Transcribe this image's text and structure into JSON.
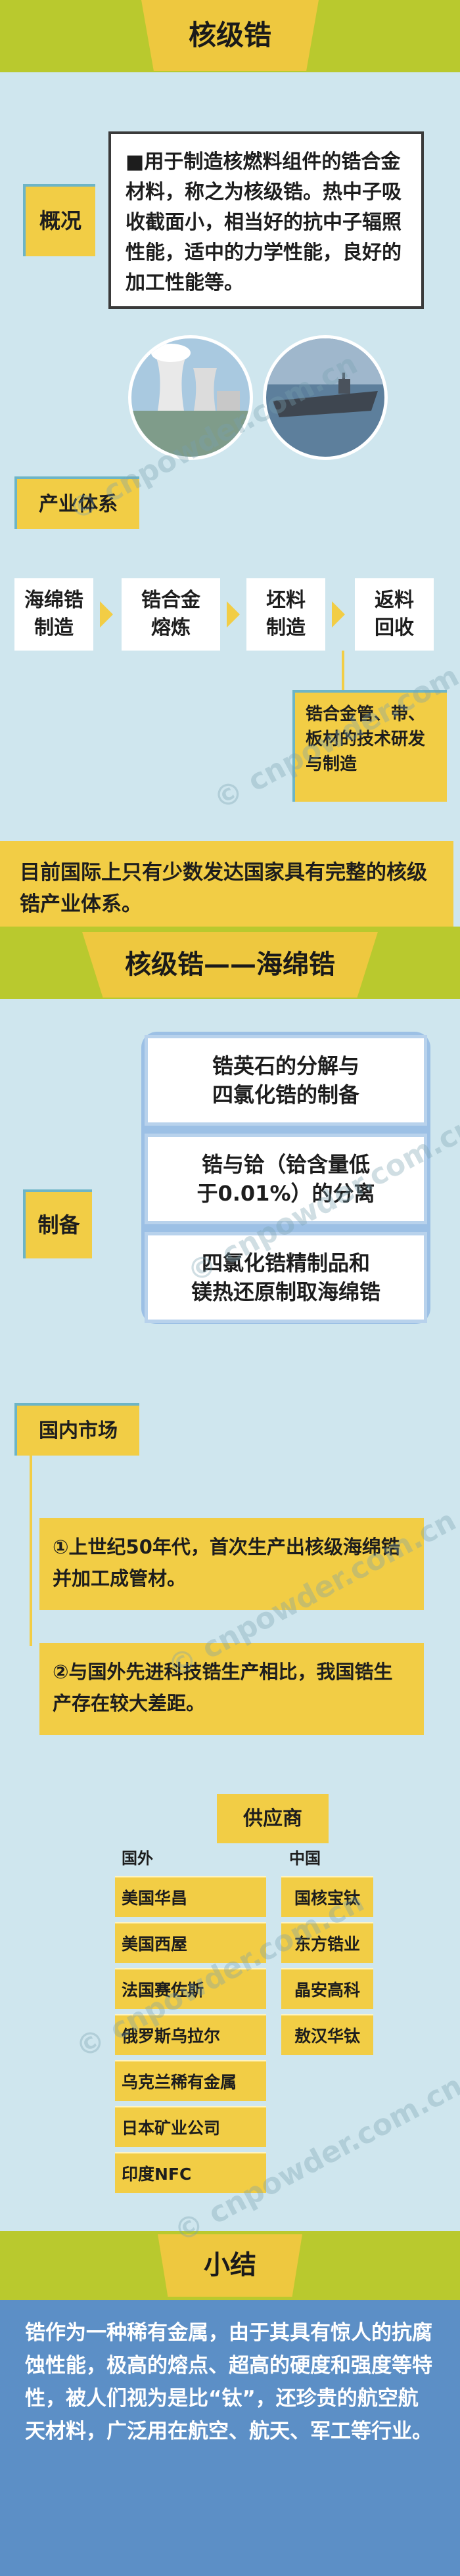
{
  "section1": {
    "title": "核级锆",
    "overview_label": "概况",
    "overview_text": "■用于制造核燃料组件的锆合金材料，称之为核级锆。热中子吸收截面小，相当好的抗中子辐照性能，适中的力学性能，良好的加工性能等。",
    "industry_label": "产业体系",
    "chain": [
      "海绵锆\n制造",
      "锆合金\n熔炼",
      "坯料\n制造",
      "返料\n回收"
    ],
    "chain_note": "锆合金管、带、板材的技术研发与制造",
    "summary": "目前国际上只有少数发达国家具有完整的核级锆产业体系。"
  },
  "section2": {
    "title": "核级锆——海绵锆",
    "prep_label": "制备",
    "steps": [
      "锆英石的分解与\n四氯化锆的制备",
      "锆与铪（铪含量低\n于0.01%）的分离",
      "四氯化锆精制品和\n镁热还原制取海绵锆"
    ],
    "market_label": "国内市场",
    "market_points": [
      "①上世纪50年代，首次生产出核级海绵锆并加工成管材。",
      "②与国外先进科技锆生产相比，我国锆生产存在较大差距。"
    ]
  },
  "suppliers": {
    "title": "供应商",
    "foreign_label": "国外",
    "domestic_label": "中国",
    "foreign": [
      "美国华昌",
      "美国西屋",
      "法国赛佐斯",
      "俄罗斯乌拉尔",
      "乌克兰稀有金属",
      "日本矿业公司",
      "印度NFC"
    ],
    "domestic": [
      "国核宝钛",
      "东方锆业",
      "晶安高科",
      "敖汉华钛"
    ]
  },
  "section3": {
    "title": "小结",
    "text": "锆作为一种稀有金属，由于其具有惊人的抗腐蚀性能，极高的熔点、超高的硬度和强度等特性，被人们视为是比“钛”，还珍贵的航空航天材料，广泛用在航空、航天、军工等行业。"
  },
  "watermark": "© cnpowder.com.cn",
  "colors": {
    "background": "#cfe6ee",
    "band": "#b9c92e",
    "yellow": "#f2cd45",
    "summary_bg": "#5c8fc6"
  }
}
